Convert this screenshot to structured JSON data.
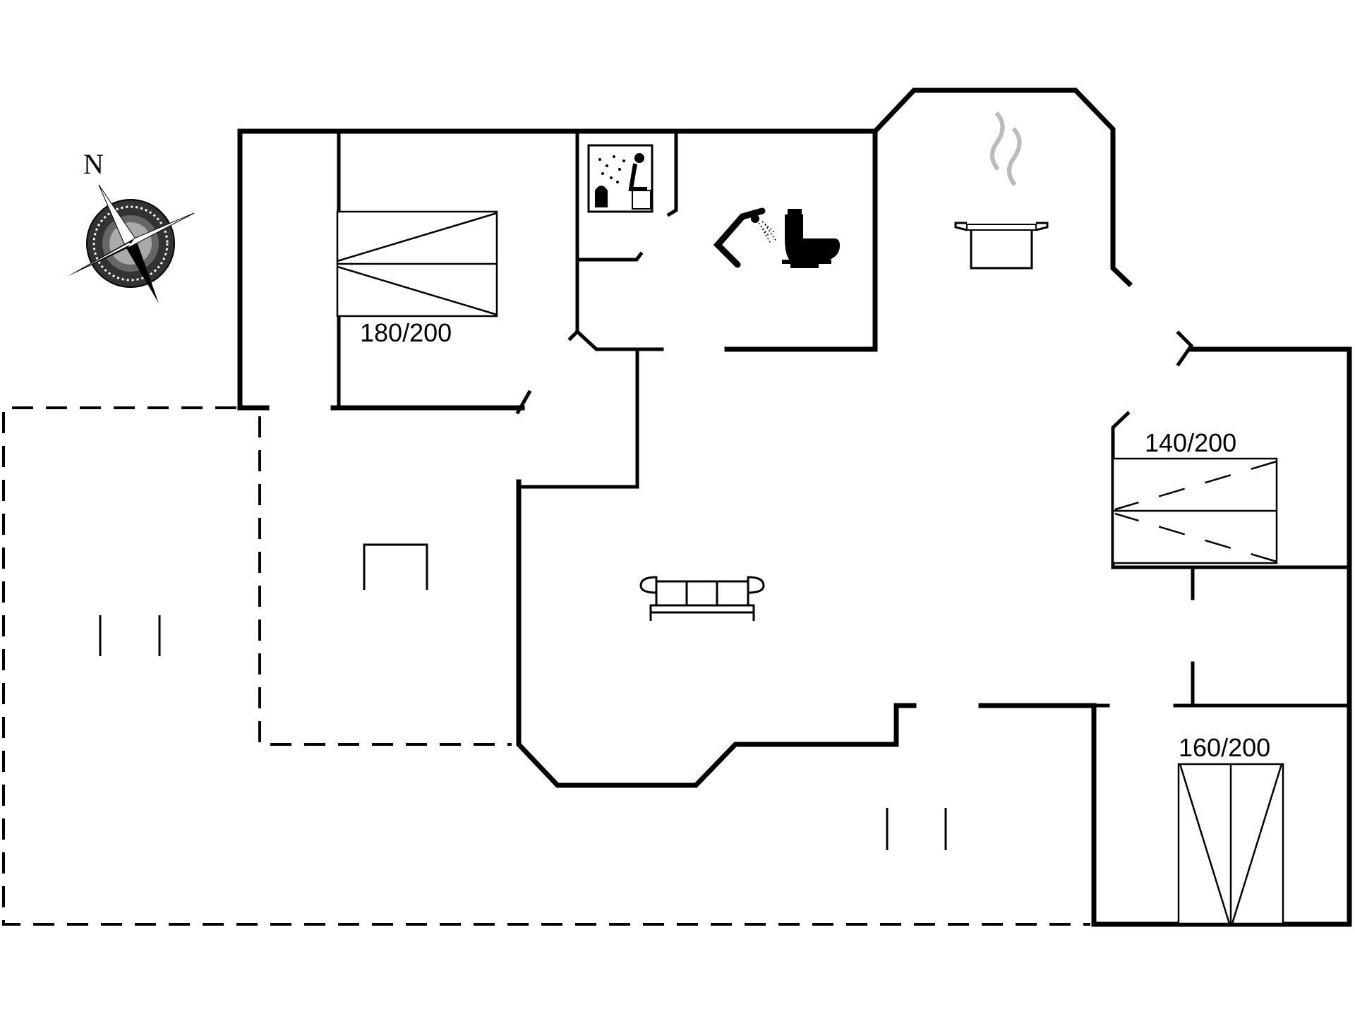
{
  "compass": {
    "north_label": "N"
  },
  "rooms": {
    "bedroom_1": {
      "bed_label": "180/200"
    },
    "bedroom_2": {
      "bed_label": "140/200"
    },
    "bedroom_3": {
      "bed_label": "160/200"
    }
  },
  "icons": [
    "compass-icon",
    "sauna-icon",
    "shower-icon",
    "toilet-icon",
    "cooking-pot-icon",
    "sofa-icon"
  ]
}
